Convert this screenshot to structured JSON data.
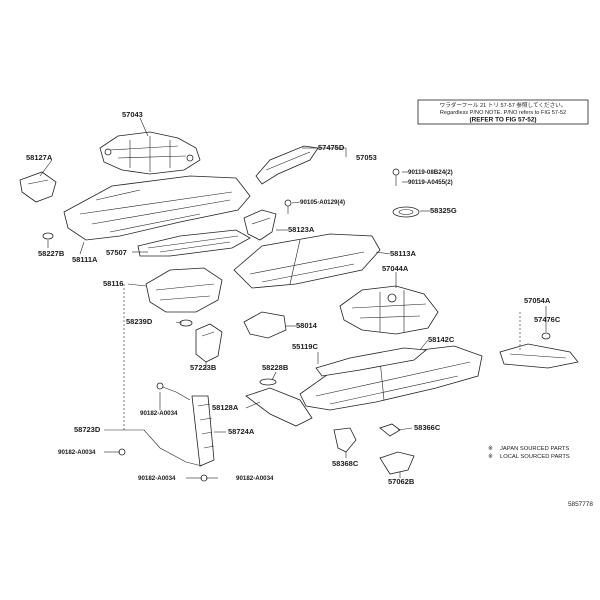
{
  "note": {
    "line1": "ワラダーフール 21 トリ 57-57 参照してください。",
    "line2": "Regardless P/NO NOTE. P/NO refers to FIG 57-52",
    "line3": "(REFER TO FIG 57-52)"
  },
  "labels": {
    "p57043": "57043",
    "p58127A": "58127A",
    "p57475D": "57475D",
    "p57053": "57053",
    "p90119_08B24": "90119-08B24(2)",
    "p90119_A0455": "90119-A0455(2)",
    "p90105_A0129": "90105-A0129(4)",
    "p58325G": "58325G",
    "p58123A": "58123A",
    "p58227B": "58227B",
    "p58111A": "58111A",
    "p57507": "57507",
    "p58113A": "58113A",
    "p57044A": "57044A",
    "p58116": "58116",
    "p57054A": "57054A",
    "p58239D": "58239D",
    "p58014": "58014",
    "p57476C": "57476C",
    "p58142C": "58142C",
    "p55119C": "55119C",
    "p57223B": "57223B",
    "p58228B": "58228B",
    "p90182_A0034_a": "90182-A0034",
    "p58128A": "58128A",
    "p58366C": "58366C",
    "p58723D": "58723D",
    "p58724A": "58724A",
    "p90182_A0034_b": "90182-A0034",
    "p58368C": "58368C",
    "p90182_A0034_c": "90182-A0034",
    "p90182_A0034_d": "90182-A0034",
    "p57062B": "57062B"
  },
  "legend": {
    "japan": "JAPAN SOURCED PARTS",
    "local": "LOCAL SOURCED PARTS"
  },
  "figure_id": "5857778"
}
